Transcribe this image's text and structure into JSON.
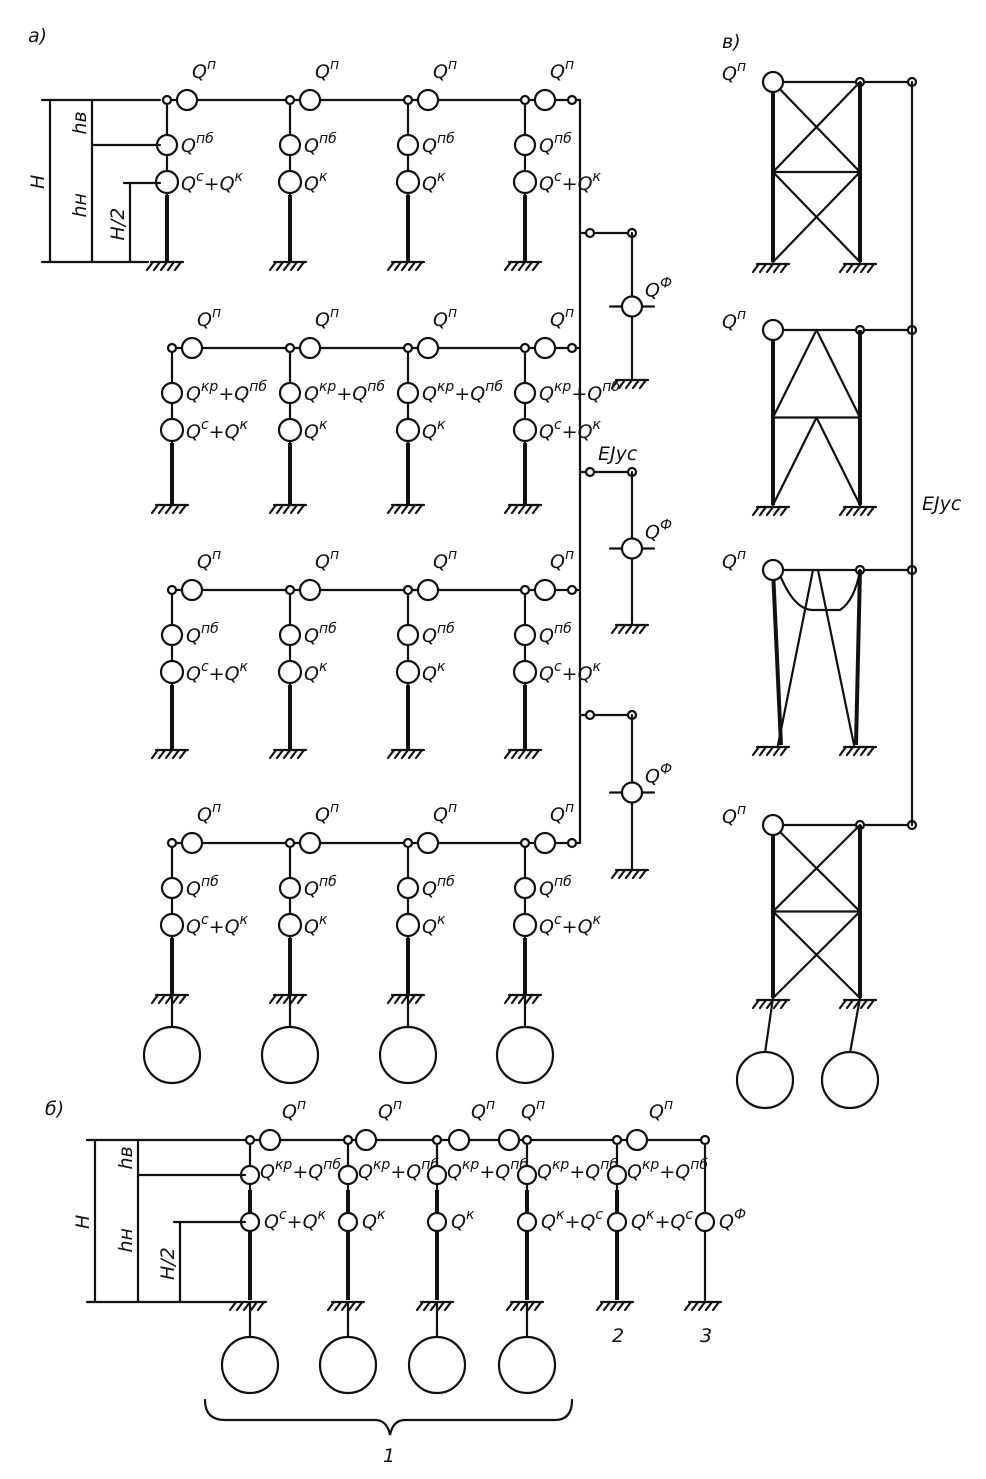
{
  "panels": {
    "a": "а)",
    "b": "б)",
    "v": "в)"
  },
  "labels": {
    "qp": [
      {
        "base": "Q",
        "sup": "п"
      }
    ],
    "qpb": [
      {
        "base": "Q",
        "sup": "пб"
      }
    ],
    "qsk": [
      {
        "base": "Q",
        "sup": "с"
      },
      {
        "base": "+Q",
        "sup": "к"
      }
    ],
    "qk": [
      {
        "base": "Q",
        "sup": "к"
      }
    ],
    "qkrpb": [
      {
        "base": "Q",
        "sup": "кр"
      },
      {
        "base": "+Q",
        "sup": "пб"
      }
    ],
    "qks": [
      {
        "base": "Q",
        "sup": "к"
      },
      {
        "base": "+Q",
        "sup": "с"
      }
    ],
    "qf": [
      {
        "base": "Q",
        "sup": "Ф"
      }
    ]
  },
  "ej": "EJус",
  "dims": {
    "H": "H",
    "hv": "hв",
    "hn": "hн",
    "H2": "H/2"
  },
  "numbers": {
    "one": "1",
    "two": "2",
    "three": "3"
  }
}
